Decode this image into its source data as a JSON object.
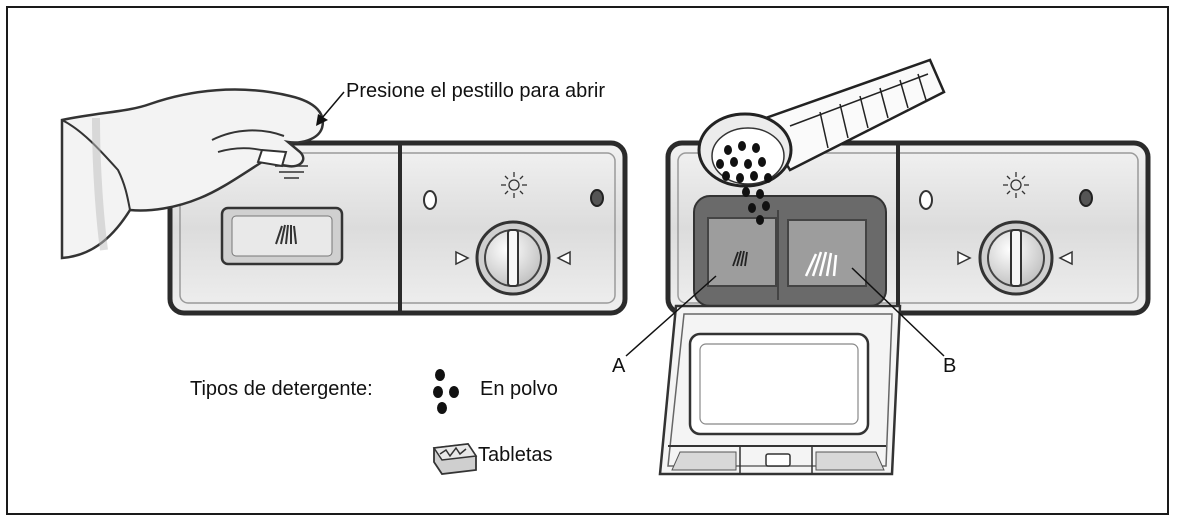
{
  "callout_text": "Presione el pestillo para abrir",
  "legend": {
    "title": "Tipos de detergente:",
    "powder": "En polvo",
    "tablets": "Tabletas"
  },
  "markers": {
    "a": "A",
    "b": "B"
  },
  "colors": {
    "frame": "#1a1a1a",
    "panel_fill": "#e6e6e6",
    "panel_border": "#2b2b2b",
    "cup_dark": "#666666",
    "cup_light": "#9a9a9a"
  }
}
